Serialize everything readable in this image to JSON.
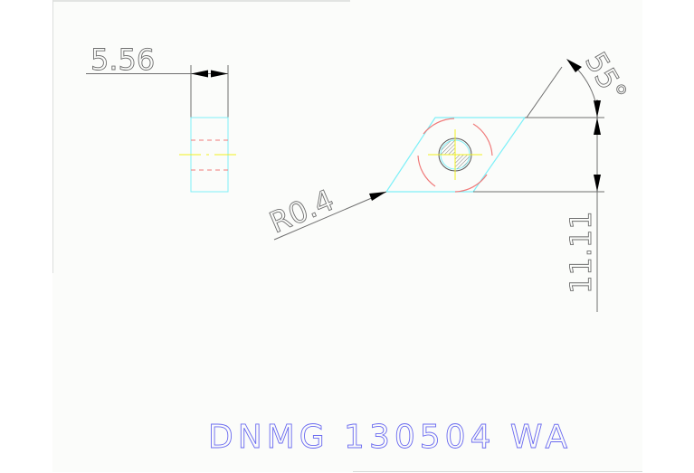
{
  "drawing": {
    "title": "DNMG 130504 WA",
    "dimensions": {
      "thickness": "5.56",
      "corner_radius": "R0.4",
      "angle": "55°",
      "inscribed_height": "11.11"
    },
    "colors": {
      "background": "#fbfcfa",
      "outline": "#7ff0f8",
      "dimension": "#6f6f6f",
      "hidden": "#f07a7a",
      "centerline": "#f0f020",
      "title": "#6a6af0"
    },
    "views": [
      "side-view",
      "top-view"
    ]
  }
}
